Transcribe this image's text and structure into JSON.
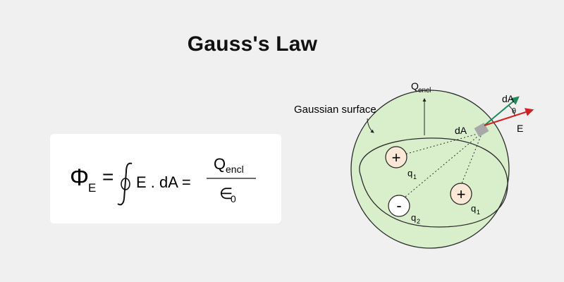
{
  "title": "Gauss's Law",
  "formula": {
    "phi": "Φ",
    "phi_sub": "E",
    "equals1": "=",
    "integrand": "E . dA =",
    "numerator_base": "Q",
    "numerator_sub": "encl",
    "denominator_base": "∈",
    "denominator_sub": "0"
  },
  "diagram": {
    "surface_label": "Gaussian surface",
    "enclosed_label_base": "Q",
    "enclosed_label_sub": "encl",
    "area_element_label": "dA",
    "normal_vector_label": "dA",
    "field_vector_label": "E",
    "angle_label": "θ",
    "charges": [
      {
        "sign": "+",
        "label_base": "q",
        "label_sub": "1"
      },
      {
        "sign": "-",
        "label_base": "q",
        "label_sub": "2"
      },
      {
        "sign": "+",
        "label_base": "q",
        "label_sub": "1"
      }
    ]
  },
  "colors": {
    "background": "#f0f0f0",
    "card": "#ffffff",
    "sphere_fill": "#d9efcc",
    "sphere_stroke": "#2b2b2b",
    "charge_fill": "#fbe8d6",
    "normal_arrow": "#1f8a5a",
    "field_arrow": "#d42020",
    "area_patch": "#a8a8a8"
  }
}
